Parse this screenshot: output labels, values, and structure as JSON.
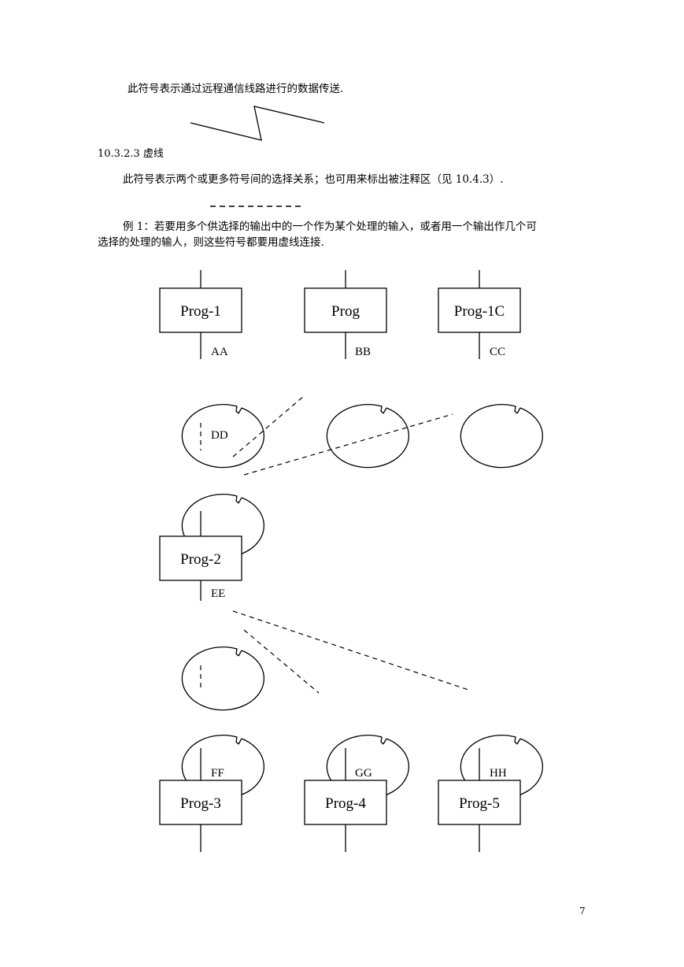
{
  "paragraph_comm_link": "此符号表示通过远程通信线路进行的数据传送.",
  "section_heading": "10.3.2.3   虚线",
  "paragraph_dashed_line": "此符号表示两个或更多符号间的选择关系；也可用来标出被注释区（见 10.4.3）.",
  "example1": {
    "line1": "例 1：若要用多个供选择的输出中的一个作为某个处理的输入，或者用一个输出作几个可",
    "line2": "选择的处理的输人，则这些符号都要用虚线连接."
  },
  "diagram": {
    "processes": {
      "prog1": "Prog-1",
      "prog": "Prog",
      "prog1c": "Prog-1C",
      "prog2": "Prog-2",
      "prog3": "Prog-3",
      "prog4": "Prog-4",
      "prog5": "Prog-5"
    },
    "connectors": {
      "aa": "AA",
      "bb": "BB",
      "cc": "CC",
      "dd": "DD",
      "ee": "EE",
      "ff": "FF",
      "gg": "GG",
      "hh": "HH"
    }
  },
  "page_number": "7"
}
